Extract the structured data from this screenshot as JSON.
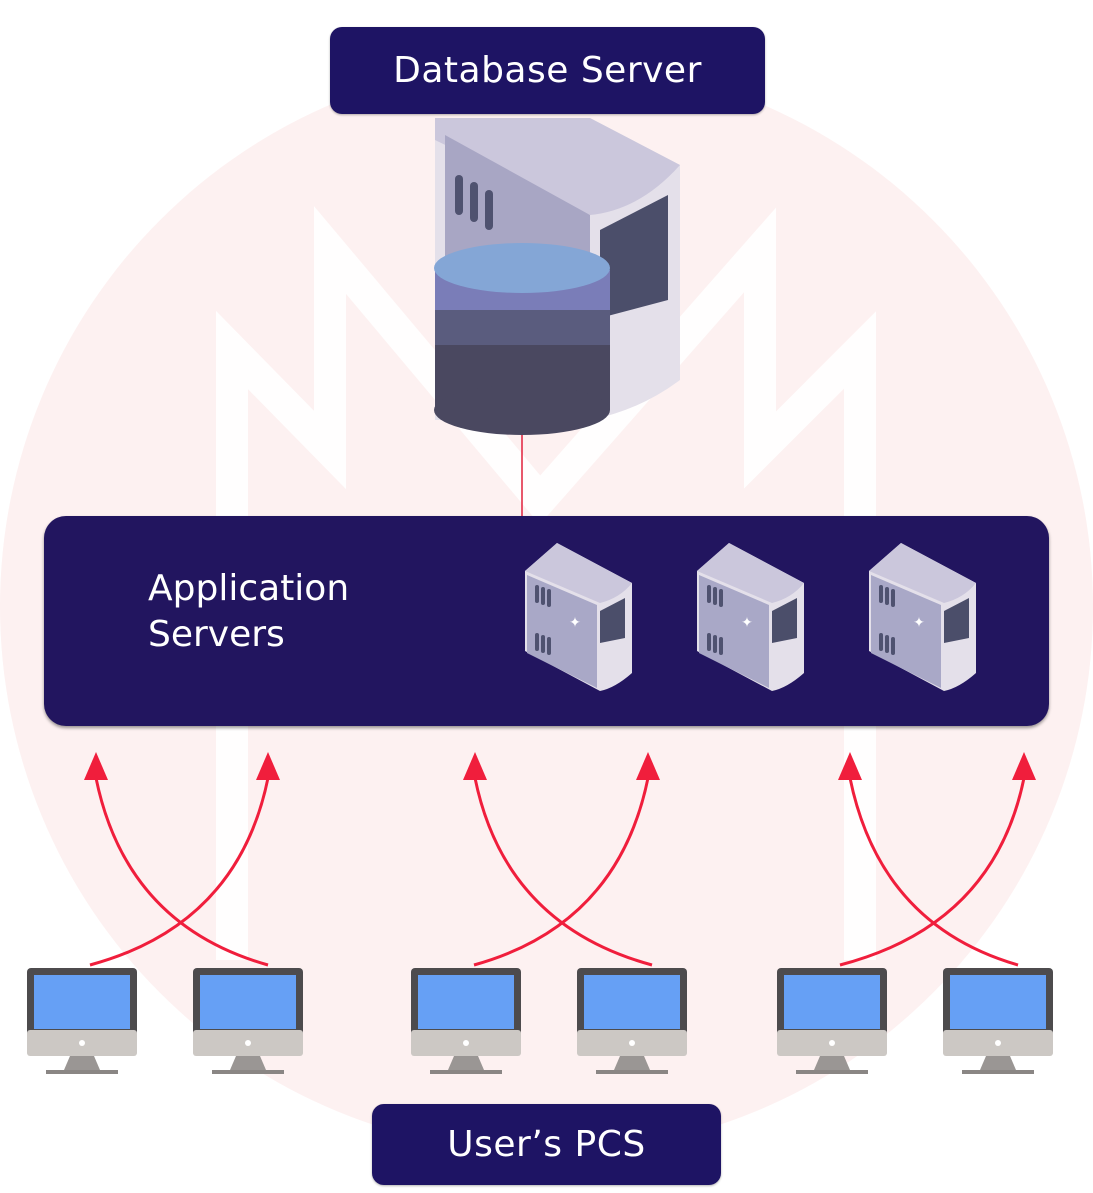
{
  "diagram": {
    "title": "Client-Server Architecture",
    "database": {
      "label": "Database Server",
      "icon": "database-server-icon"
    },
    "app_servers": {
      "label_line1": "Application",
      "label_line2": "Servers",
      "count": 3,
      "icon": "server-tower-icon"
    },
    "clients": {
      "label": "User’s PCS",
      "count": 6,
      "icon": "desktop-monitor-icon"
    },
    "colors": {
      "label_bg": "#1e1464",
      "panel_bg": "#22155f",
      "arrow": "#f01e3c",
      "background_circle": "#fdf1f1",
      "screen": "#66a0f5"
    },
    "connections": [
      {
        "from": "Database Server",
        "to": "Application Servers",
        "style": "line"
      },
      {
        "from": "PC 1",
        "to": "Application Servers",
        "style": "arrow"
      },
      {
        "from": "PC 2",
        "to": "Application Servers",
        "style": "arrow"
      },
      {
        "from": "PC 3",
        "to": "Application Servers",
        "style": "arrow"
      },
      {
        "from": "PC 4",
        "to": "Application Servers",
        "style": "arrow"
      },
      {
        "from": "PC 5",
        "to": "Application Servers",
        "style": "arrow"
      },
      {
        "from": "PC 6",
        "to": "Application Servers",
        "style": "arrow"
      }
    ]
  }
}
